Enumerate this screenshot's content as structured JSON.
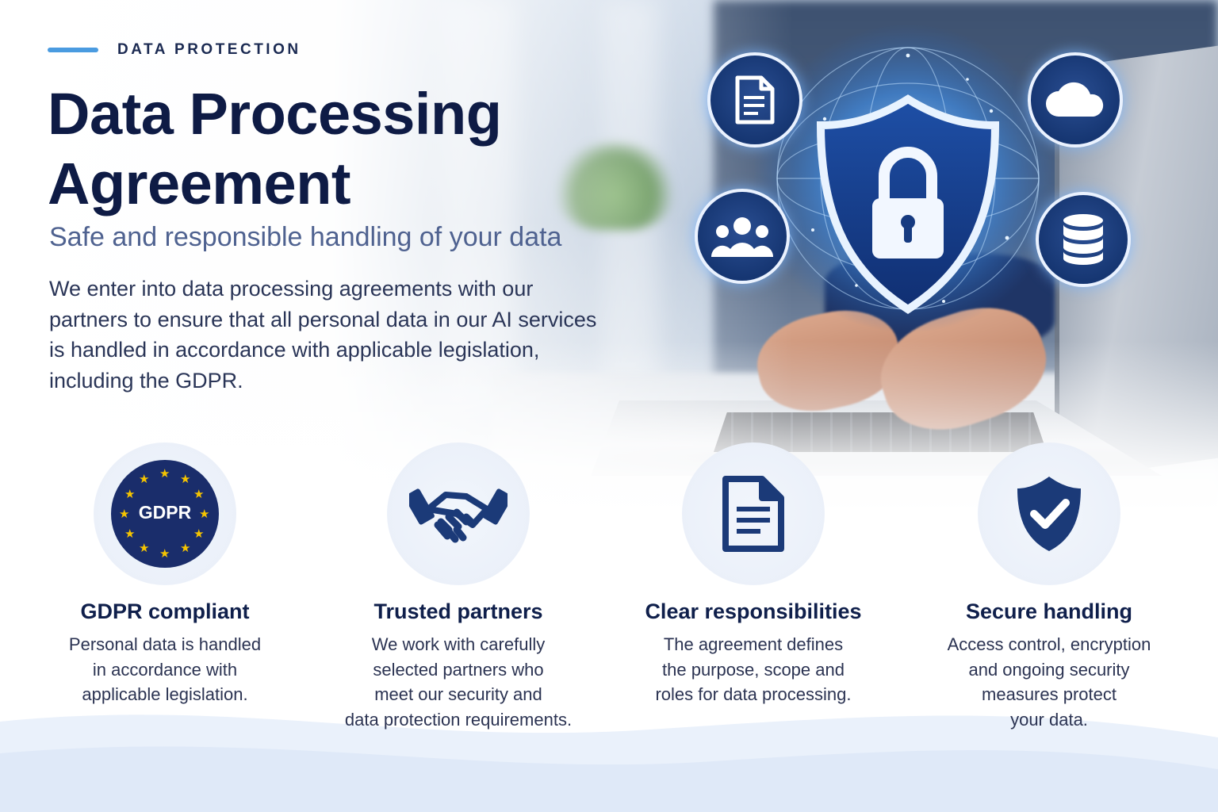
{
  "header": {
    "eyebrow": "DATA PROTECTION",
    "title_line1": "Data Processing",
    "title_line2": "Agreement",
    "subtitle": "Safe and responsible handling of your data",
    "description": "We enter into data processing agreements with our partners to ensure that all personal data in our AI services is handled in accordance with applicable legislation, including the GDPR."
  },
  "hero_icons": [
    "document-icon",
    "cloud-icon",
    "people-icon",
    "database-icon",
    "shield-lock-icon"
  ],
  "features": [
    {
      "icon": "gdpr-badge-icon",
      "badge_label": "GDPR",
      "title": "GDPR compliant",
      "text": "Personal data is handled\nin accordance with\napplicable legislation."
    },
    {
      "icon": "handshake-icon",
      "title": "Trusted partners",
      "text": "We work with carefully\nselected partners who\nmeet our security and\ndata protection requirements."
    },
    {
      "icon": "document-icon",
      "title": "Clear responsibilities",
      "text": "The agreement defines\nthe purpose, scope and\nroles for data processing."
    },
    {
      "icon": "shield-check-icon",
      "title": "Secure handling",
      "text": "Access control, encryption\nand ongoing security\nmeasures protect\nyour data."
    }
  ],
  "colors": {
    "navy": "#0e1b45",
    "accent_blue": "#4a9be0",
    "icon_navy": "#1b3a78",
    "badge_navy": "#1a2d6b",
    "star_gold": "#f5c400"
  }
}
